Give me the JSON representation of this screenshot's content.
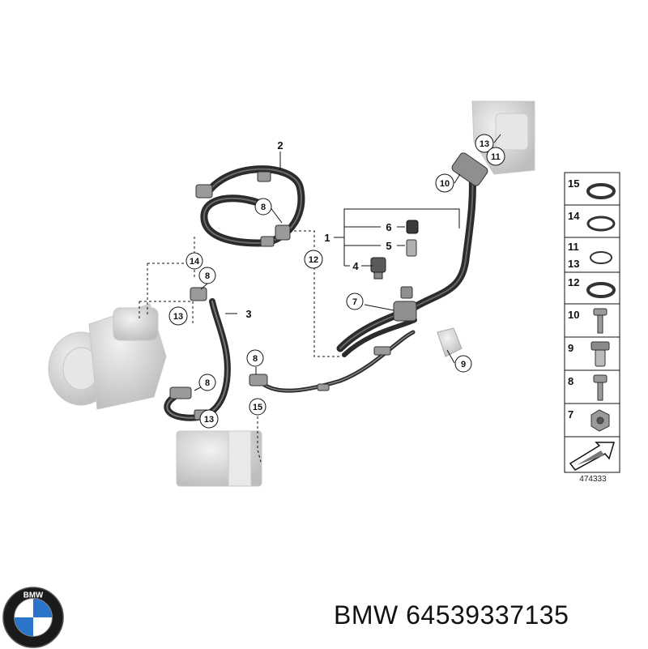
{
  "brand": "BMW",
  "part_number": "64539337135",
  "diagram": {
    "reference": "474333",
    "logo_letters": "BMW",
    "callouts": [
      "1",
      "2",
      "3",
      "4",
      "5",
      "6",
      "7",
      "8",
      "9",
      "10",
      "11",
      "12",
      "13",
      "14",
      "15"
    ],
    "legend": [
      {
        "label": "15",
        "icon": "thin-ring-icon"
      },
      {
        "label": "14",
        "icon": "wide-ring-icon"
      },
      {
        "label": "11",
        "icon": "small-ring-icon"
      },
      {
        "label": "13",
        "icon": "small-ring-icon"
      },
      {
        "label": "12",
        "icon": "flat-ring-icon"
      },
      {
        "label": "10",
        "icon": "flange-bolt-icon"
      },
      {
        "label": "9",
        "icon": "expansion-valve-icon"
      },
      {
        "label": "8",
        "icon": "short-bolt-icon"
      },
      {
        "label": "7",
        "icon": "hex-nut-icon"
      }
    ]
  },
  "colors": {
    "hose": "#2b2b2b",
    "ghost_part": "#d9d9d9",
    "line": "#111111"
  }
}
